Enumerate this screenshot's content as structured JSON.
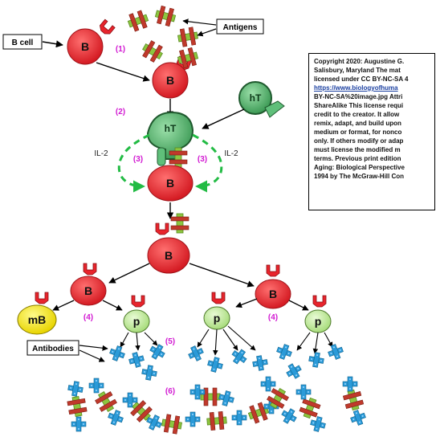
{
  "labels": {
    "b_cell": "B cell",
    "antigens": "Antigens",
    "antibodies": "Antibodies",
    "b": "B",
    "ht": "hT",
    "mb": "mB",
    "p": "p",
    "il2_left": "IL-2",
    "il2_right": "IL-2"
  },
  "steps": {
    "s1": "(1)",
    "s2": "(2)",
    "s3_left": "(3)",
    "s3_right": "(3)",
    "s4_left": "(4)",
    "s4_right": "(4)",
    "s5": "(5)",
    "s6": "(6)"
  },
  "copyright": {
    "line1": "Copyright 2020: Augustine G.",
    "line2": "Salisbury, Maryland The mat",
    "line3": "licensed under CC BY-NC-SA 4",
    "link": "https://www.biologyofhuma",
    "line5": "BY-NC-SA%20image.jpg Attri",
    "line6": "ShareAlike This license requi",
    "line7": "credit to the creator. It allow",
    "line8": "remix, adapt, and build upon",
    "line9": "medium or format, for nonco",
    "line10": "only. If others modify or adap",
    "line11": "must license the modified m",
    "line12": "terms. Previous print edition",
    "line13": "Aging: Biological Perspective",
    "line14": "1994 by The McGraw-Hill Con"
  },
  "colors": {
    "b_cell": "#e8242c",
    "ht_cell": "#5fbf7a",
    "memory_cell": "#f5e600",
    "plasma_cell": "#c8eda0",
    "antibody": "#2a9ad8",
    "antigen_green": "#8cc63f",
    "antigen_red": "#c0392b",
    "step_label": "#d21ad2",
    "il2_arrow": "#22bb44"
  }
}
